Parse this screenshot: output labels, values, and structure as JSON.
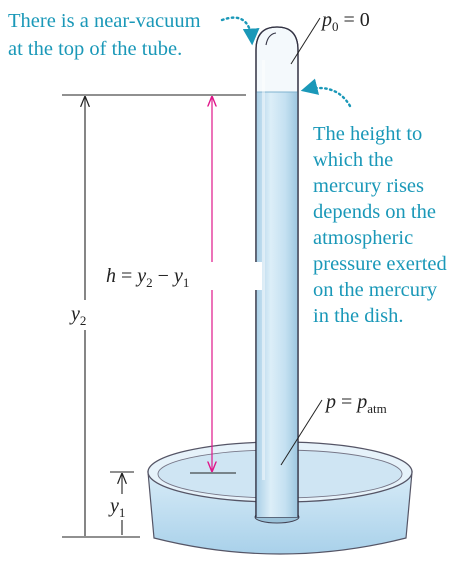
{
  "annotations": {
    "vacuum_note": [
      "There is a near-vacuum",
      "at the top of the tube."
    ],
    "height_note": [
      "The height to",
      "which the",
      "mercury rises",
      "depends on the",
      "atmospheric",
      "pressure exerted",
      "on the mercury",
      "in the dish."
    ]
  },
  "labels": {
    "p0": {
      "var": "p",
      "sub": "0",
      "rest": " = 0"
    },
    "p_atm": {
      "var": "p",
      "eq": " = ",
      "var2": "p",
      "sub": "atm"
    },
    "h_expr": {
      "h": "h",
      "eq": " = ",
      "y": "y",
      "sub2": "2",
      "minus": " − ",
      "y1": "y",
      "sub1": "1"
    },
    "y2": {
      "var": "y",
      "sub": "2"
    },
    "y1": {
      "var": "y",
      "sub": "1"
    }
  },
  "colors": {
    "annotation": "#1a98b8",
    "height_arrow": "#e0168a",
    "dimension_line": "#222222",
    "mercury": "#b9dcef",
    "glass": "#cfe6f4"
  }
}
